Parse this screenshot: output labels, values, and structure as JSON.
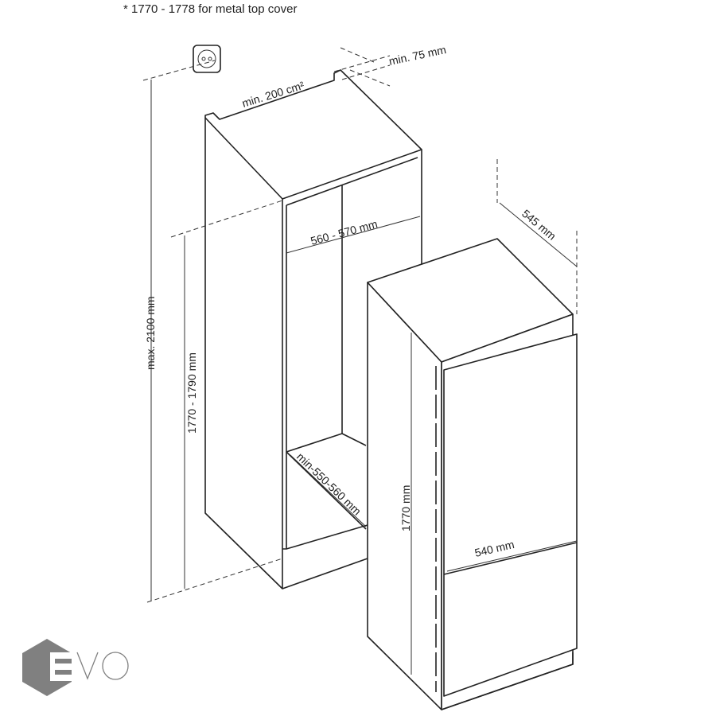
{
  "note": "*  1770 - 1778 for metal top cover",
  "labels": {
    "min_gap": "min. 75 mm",
    "vent": "min. 200 cm²",
    "depth_appliance": "545 mm",
    "niche_width": "560 - 570 mm",
    "max_height": "max. 2100 mm",
    "niche_height": "1770 - 1790 mm",
    "niche_depth": "min-550-560 mm",
    "appliance_height": "1770 mm",
    "appliance_width": "540 mm"
  },
  "logo": {
    "text": "EVO",
    "color": "#808080"
  },
  "icons": {
    "socket": "power-socket-icon"
  }
}
